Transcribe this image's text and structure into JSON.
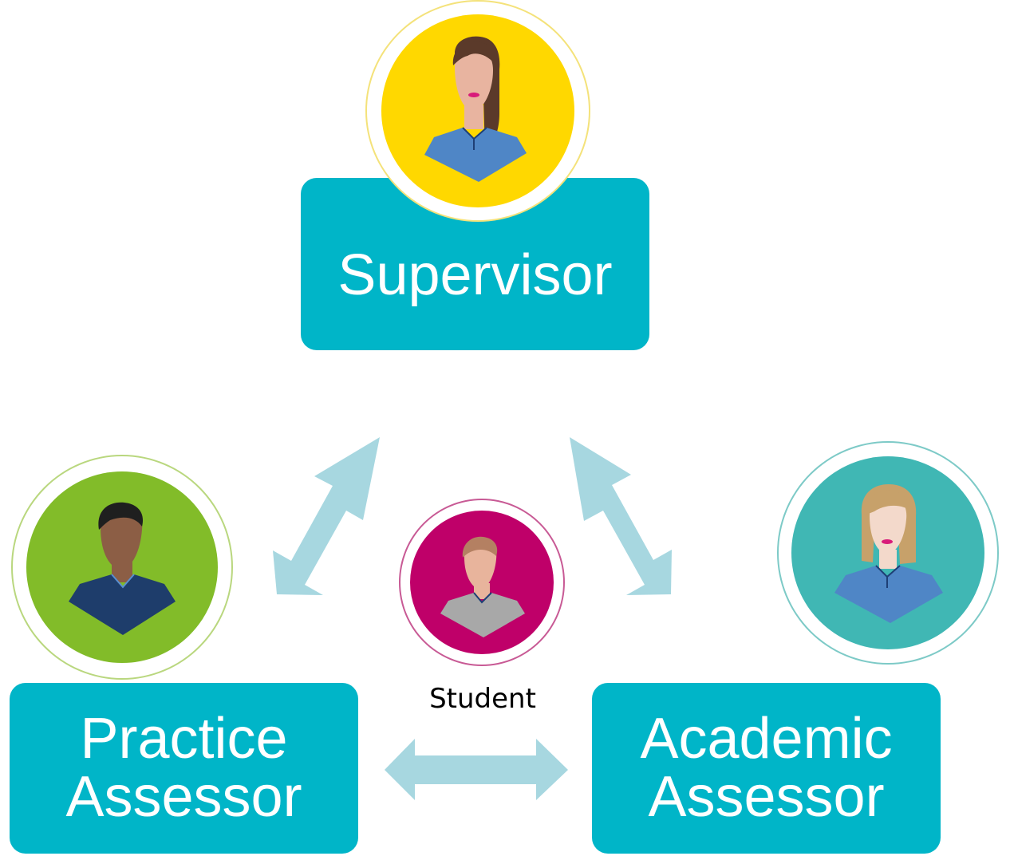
{
  "roles": {
    "supervisor": "Supervisor",
    "practice_line1": "Practice",
    "practice_line2": "Assessor",
    "academic_line1": "Academic",
    "academic_line2": "Assessor",
    "student": "Student"
  },
  "icons": {
    "supervisor": "female-nurse-avatar-icon",
    "practice": "male-nurse-avatar-icon",
    "academic": "female-academic-avatar-icon",
    "student": "male-student-avatar-icon",
    "arrows": "double-headed-arrow-icon"
  },
  "colors": {
    "box": "#00b5c8",
    "supervisor_circle": "#ffd800",
    "practice_circle": "#82bc29",
    "academic_circle": "#40b7b4",
    "student_circle": "#bf0069",
    "arrow": "#a7d7e0"
  }
}
